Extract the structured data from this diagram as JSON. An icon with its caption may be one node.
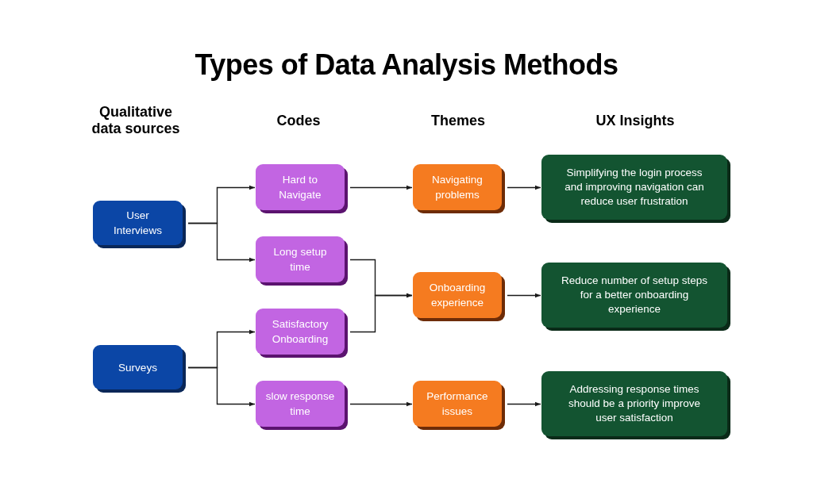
{
  "diagram": {
    "title": "Types of Data Analysis Methods",
    "nodes": [
      {
        "text": [
          "User Interviews"
        ]
      },
      {
        "text": [
          "Surveys"
        ]
      },
      {
        "text": [
          "Hard to Navigate"
        ]
      },
      {
        "text": [
          "Long setup time"
        ]
      },
      {
        "text": [
          "Satisfactory Onboarding"
        ]
      },
      {
        "text": [
          "slow response time"
        ]
      },
      {
        "text": [
          "Navigating problems"
        ]
      },
      {
        "text": [
          "Onboarding experience"
        ]
      },
      {
        "text": [
          "Performance issues"
        ]
      },
      {
        "text": [
          "Simplifying the login process and improving navigation can reduce user frustration"
        ]
      },
      {
        "text": [
          "Reduce number of setup steps for a better onboarding experience"
        ]
      },
      {
        "text": [
          "Addressing response times should be a priority improve user satisfaction"
        ]
      }
    ],
    "edges": [
      {
        "from": 0,
        "to": 2,
        "arrow": "to"
      },
      {
        "from": 0,
        "to": 3,
        "arrow": "to"
      },
      {
        "from": 1,
        "to": 4,
        "arrow": "to"
      },
      {
        "from": 1,
        "to": 5,
        "arrow": "to"
      },
      {
        "from": 2,
        "to": 6,
        "arrow": "to"
      },
      {
        "from": 3,
        "to": 7,
        "arrow": "to"
      },
      {
        "from": 4,
        "to": 7,
        "arrow": "to"
      },
      {
        "from": 5,
        "to": 8,
        "arrow": "to"
      },
      {
        "from": 6,
        "to": 9,
        "arrow": "to"
      },
      {
        "from": 7,
        "to": 10,
        "arrow": "to"
      },
      {
        "from": 8,
        "to": 11,
        "arrow": "to"
      }
    ],
    "labels": [
      "Qualitative data sources",
      "Codes",
      "Themes",
      "UX Insights"
    ]
  }
}
